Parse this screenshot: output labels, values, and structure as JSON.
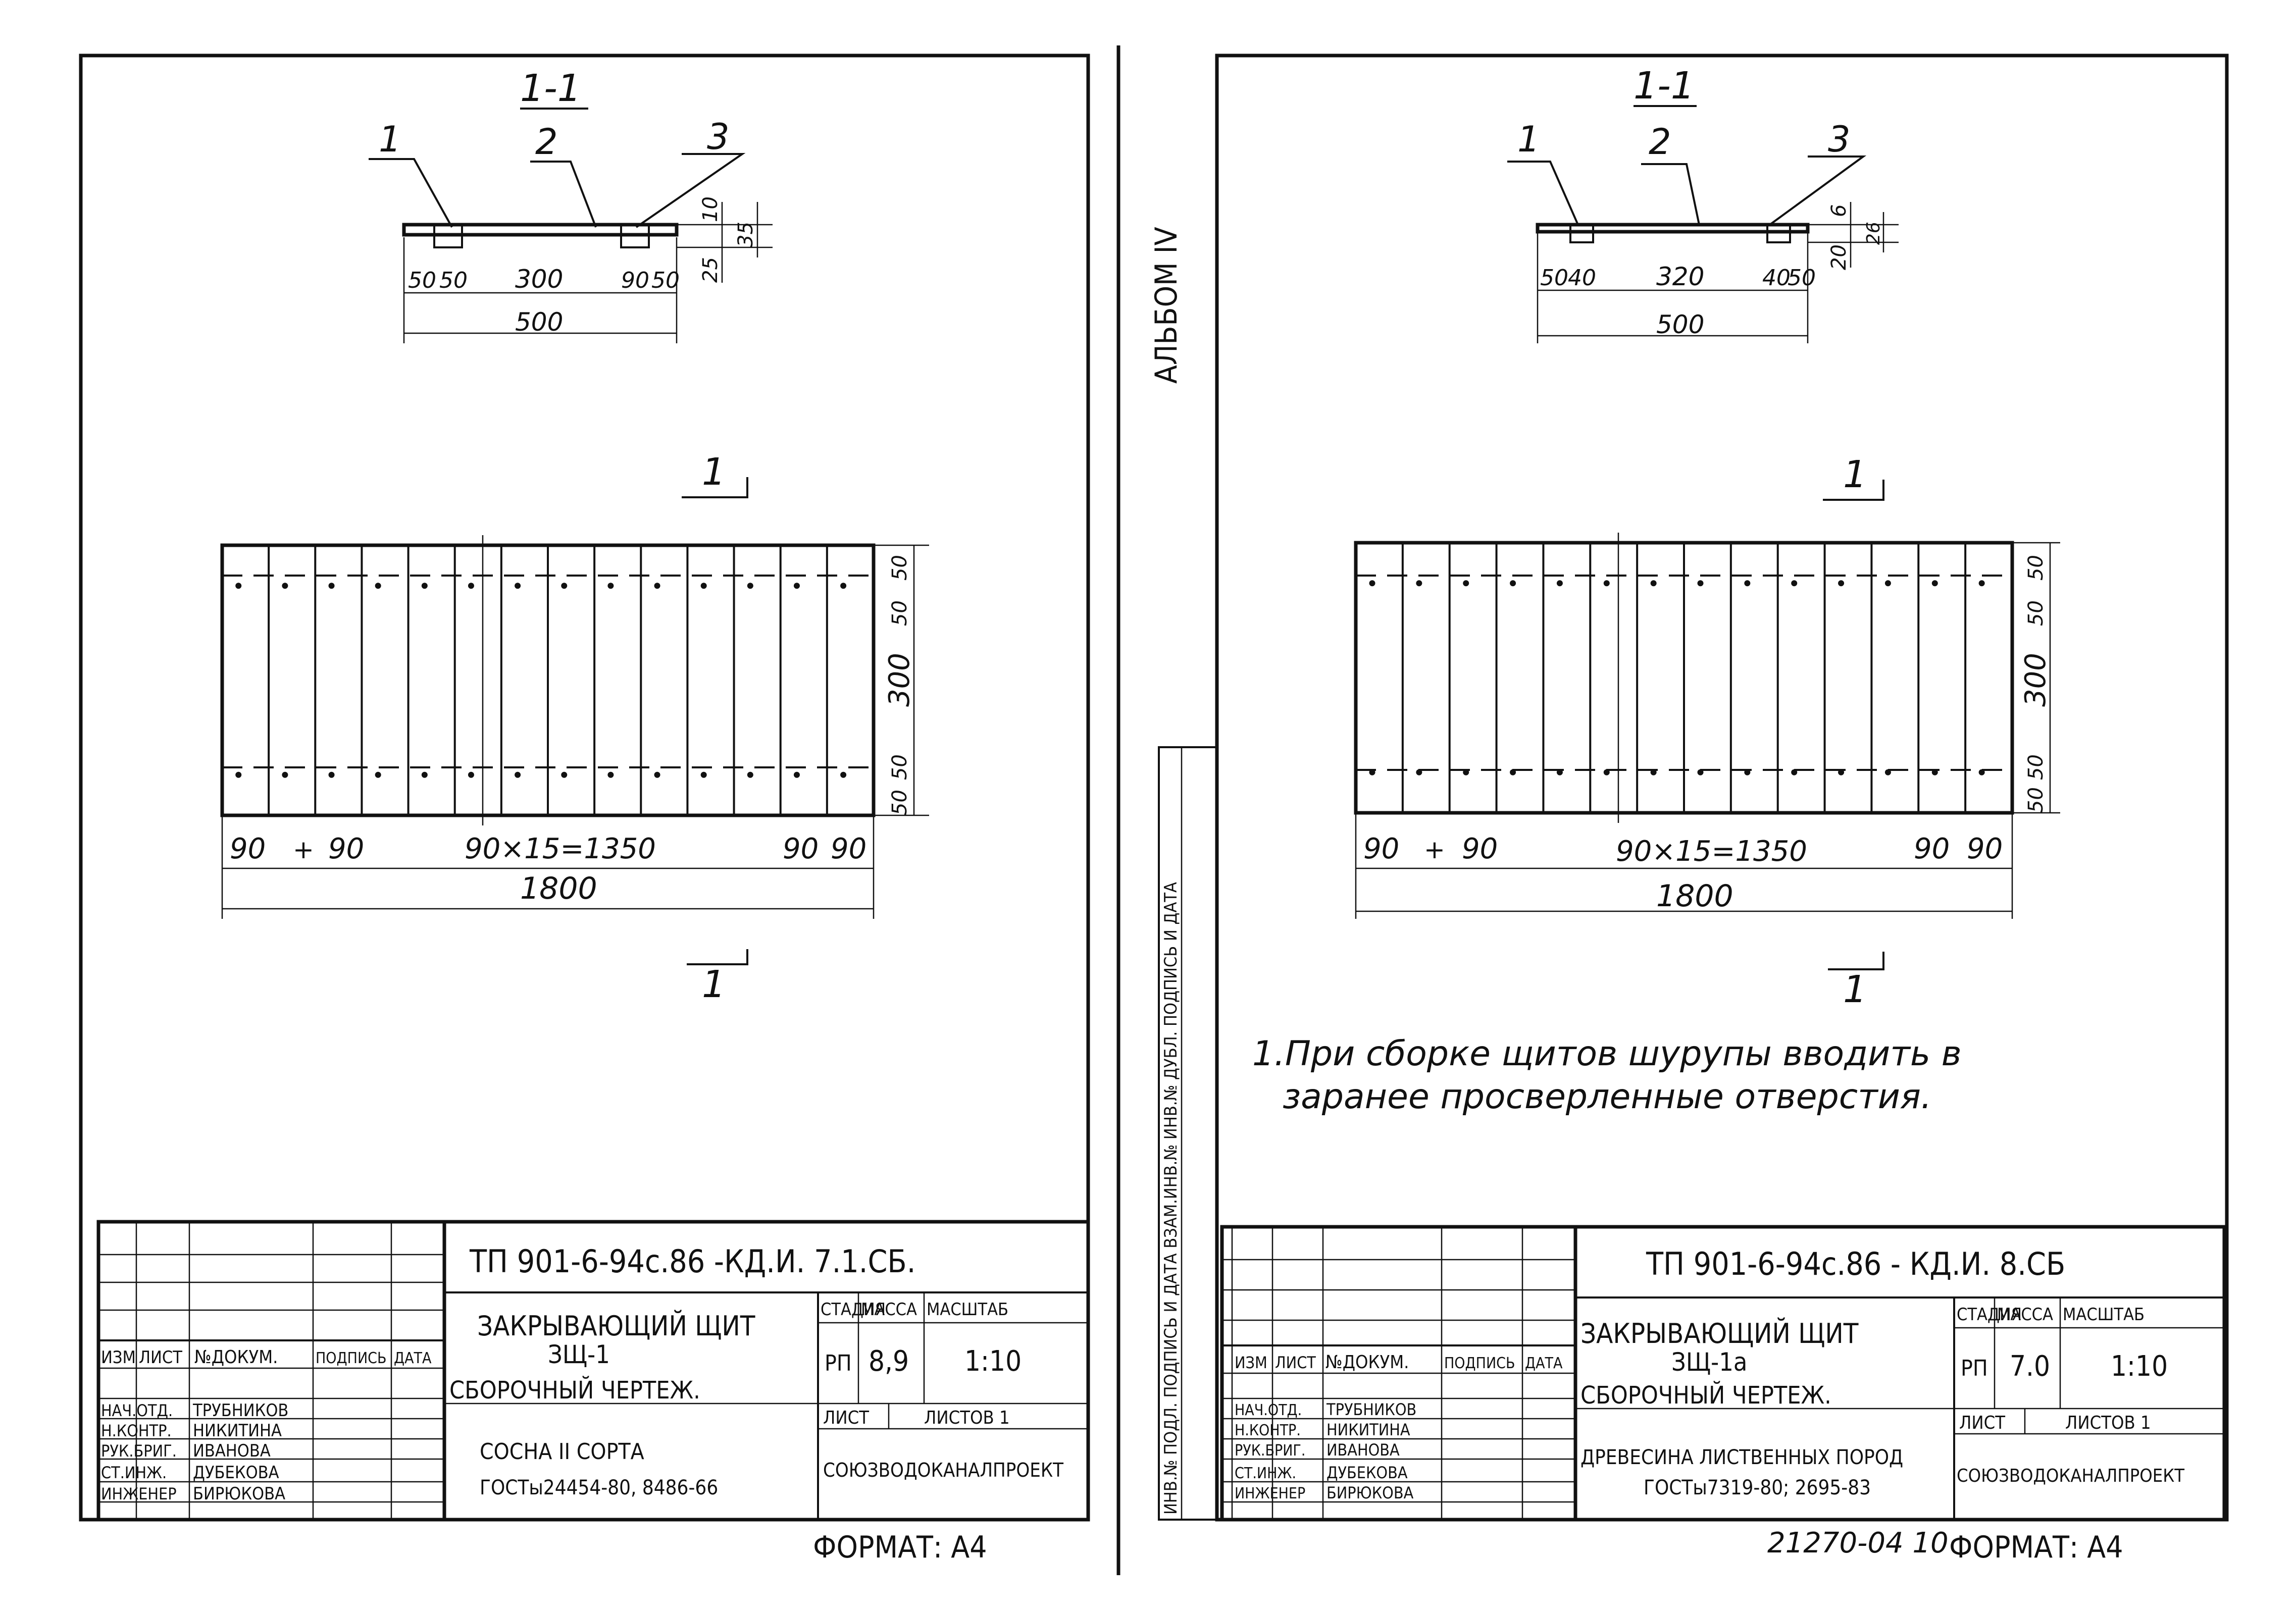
{
  "sheets": [
    {
      "section_label": "1-1",
      "callouts": [
        "1",
        "2",
        "3"
      ],
      "section_dims": {
        "d1": "50",
        "d2": "50",
        "d3": "300",
        "d4": "90",
        "d5": "50",
        "total": "500",
        "side1": "10",
        "side2": "25",
        "side3": "35"
      },
      "cut_marks": [
        "1",
        "1"
      ],
      "plan_dims": {
        "a": "90",
        "b": "+",
        "c": "90",
        "mid": "90×15=1350",
        "e": "90",
        "f": "90",
        "total": "1800",
        "r1": "50",
        "r2": "50",
        "r3": "300",
        "r4": "50",
        "r5": "50"
      },
      "note": [
        "",
        ""
      ],
      "title_block": {
        "doc_code": "ТП 901-6-94с.86  -КД.И. 7.1.СБ.",
        "name_line1": "ЗАКРЫВАЮЩИЙ ЩИТ",
        "name_line2": "ЗЩ-1",
        "name_line3": "СБОРОЧНЫЙ ЧЕРТЕЖ.",
        "material_line1": "СОСНА  II  СОРТА",
        "material_line2": "ГОСТы24454-80, 8486-66",
        "col_headers": [
          "ИЗМ",
          "ЛИСТ",
          "№ДОКУМ.",
          "ПОДПИСЬ",
          "ДАТА"
        ],
        "roles": [
          "НАЧ.ОТД.",
          "Н.КОНТР.",
          "РУК.БРИГ.",
          "СТ.ИНЖ.",
          "ИНЖЕНЕР"
        ],
        "names": [
          "ТРУБНИКОВ",
          "НИКИТИНА",
          "ИВАНОВА",
          "ДУБЕКОВА",
          "БИРЮКОВА"
        ],
        "stage_header": "СТАДИЯ",
        "mass_header": "МАССА",
        "scale_header": "МАСШТАБ",
        "stage": "РП",
        "mass": "8,9",
        "scale": "1:10",
        "sheet_label": "ЛИСТ",
        "sheets_label": "ЛИСТОВ 1",
        "org": "СОЮЗВОДОКАНАЛПРОЕКТ",
        "format": "ФОРМАТ: А4",
        "ref": ""
      }
    },
    {
      "section_label": "1-1",
      "callouts": [
        "1",
        "2",
        "3"
      ],
      "section_dims": {
        "d1": "50",
        "d2": "40",
        "d3": "320",
        "d4": "40",
        "d5": "50",
        "total": "500",
        "side1": "6",
        "side2": "20",
        "side3": "26"
      },
      "cut_marks": [
        "1",
        "1"
      ],
      "plan_dims": {
        "a": "90",
        "b": "+",
        "c": "90",
        "mid": "90×15=1350",
        "e": "90",
        "f": "90",
        "total": "1800",
        "r1": "50",
        "r2": "50",
        "r3": "300",
        "r4": "50",
        "r5": "50"
      },
      "note": [
        "1.При сборке щитов шурупы вводить в",
        "заранее просверленные отверстия."
      ],
      "title_block": {
        "doc_code": "ТП 901-6-94с.86  - КД.И. 8.СБ",
        "name_line1": "ЗАКРЫВАЮЩИЙ ЩИТ",
        "name_line2": "ЗЩ-1а",
        "name_line3": "СБОРОЧНЫЙ ЧЕРТЕЖ.",
        "material_line1": "ДРЕВЕСИНА ЛИСТВЕННЫХ ПОРОД",
        "material_line2": "ГОСТы7319-80; 2695-83",
        "col_headers": [
          "ИЗМ",
          "ЛИСТ",
          "№ДОКУМ.",
          "ПОДПИСЬ",
          "ДАТА"
        ],
        "roles": [
          "НАЧ.ОТД.",
          "Н.КОНТР.",
          "РУК.БРИГ.",
          "СТ.ИНЖ.",
          "ИНЖЕНЕР"
        ],
        "names": [
          "ТРУБНИКОВ",
          "НИКИТИНА",
          "ИВАНОВА",
          "ДУБЕКОВА",
          "БИРЮКОВА"
        ],
        "stage_header": "СТАДИЯ",
        "mass_header": "МАССА",
        "scale_header": "МАСШТАБ",
        "stage": "РП",
        "mass": "7.0",
        "scale": "1:10",
        "sheet_label": "ЛИСТ",
        "sheets_label": "ЛИСТОВ 1",
        "org": "СОЮЗВОДОКАНАЛПРОЕКТ",
        "format": "ФОРМАТ: А4",
        "ref": "21270-04 10"
      }
    }
  ],
  "album_label": "АЛЬБОМ IV",
  "side_stamp": "ИНВ.№ ПОДЛ. ПОДПИСЬ И ДАТА ВЗАМ.ИНВ.№ ИНВ.№ ДУБЛ. ПОДПИСЬ И ДАТА"
}
